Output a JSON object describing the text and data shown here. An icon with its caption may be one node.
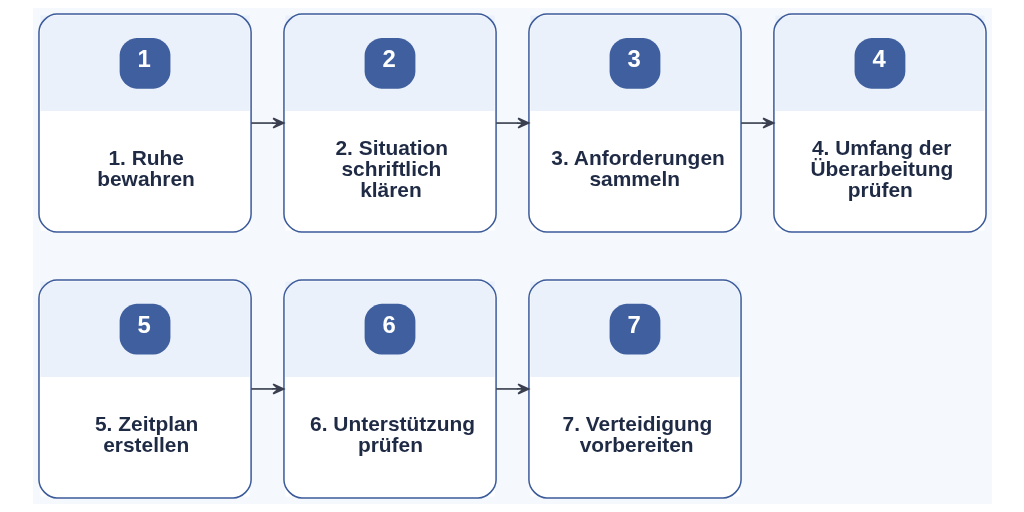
{
  "diagram": {
    "nodes": [
      {
        "text": [
          "1",
          "1. Ruhe bewahren"
        ]
      },
      {
        "text": [
          "2",
          "2. Situation schriftlich klären"
        ]
      },
      {
        "text": [
          "3",
          "3. Anforderungen sammeln"
        ]
      },
      {
        "text": [
          "4",
          "4. Umfang der Überarbeitung prüfen"
        ]
      },
      {
        "text": [
          "5",
          "5. Zeitplan erstellen"
        ]
      },
      {
        "text": [
          "6",
          "6. Unterstützung prüfen"
        ]
      },
      {
        "text": [
          "7",
          "7. Verteidigung vorbereiten"
        ]
      }
    ],
    "edges": [
      {
        "from": 0,
        "to": 1,
        "arrow": "to"
      },
      {
        "from": 1,
        "to": 2,
        "arrow": "to"
      },
      {
        "from": 2,
        "to": 3,
        "arrow": "to"
      },
      {
        "from": 4,
        "to": 5,
        "arrow": "to"
      },
      {
        "from": 5,
        "to": 6,
        "arrow": "to"
      }
    ]
  }
}
